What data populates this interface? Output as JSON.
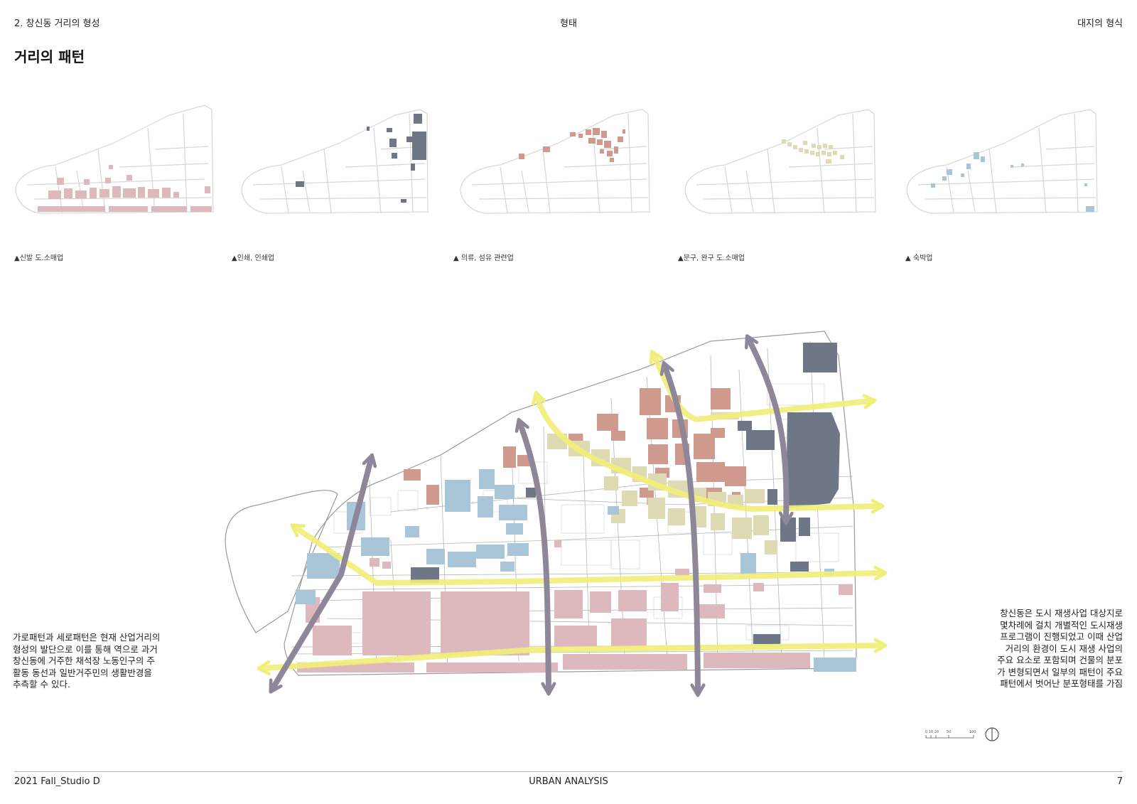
{
  "header": {
    "section": "2. 창신동 거리의 형성",
    "category": "형태",
    "subcategory": "대지의 형식"
  },
  "page_title": "거리의 패턴",
  "thumbnails": [
    {
      "caption": "▲신발 도.소매업",
      "color": "#ddb8bd"
    },
    {
      "caption": "▲인쇄, 인쇄업",
      "color": "#6f7786"
    },
    {
      "caption": "▲ 의류, 섬유 관련업",
      "color": "#cf998e"
    },
    {
      "caption": "▲문구, 완구 도.소매업",
      "color": "#dedbb4"
    },
    {
      "caption": "▲ 숙박업",
      "color": "#a8c6d8"
    }
  ],
  "main_map": {
    "palette": {
      "shoe_wholesale": "#ddb8bd",
      "printing": "#6f7786",
      "textile": "#cf998e",
      "stationery": "#dedbb4",
      "lodging": "#a8c6d8",
      "horizontal_flow": "#f1ee78",
      "vertical_flow": "#8e8799"
    }
  },
  "description_left": "가로패턴과 세로패턴은 현재 산업거리의\n형성의 발단으로 이를 통해 역으로 과거\n창신동에 거주한 채석장 노동인구의 주\n활동 동선과 일반거주민의 생활반경을\n추측할 수 있다.",
  "description_right": "창신동은 도시 재생사업 대상지로\n몇차례에 걸치 개별적인 도시재생\n프로그램이 진행되었고 이때 산업\n거리의 환경이 도시 재생 사업의\n주요 요소로 포함되며 건물의 분포\n가 변형되면서 일부의 패턴이 주요\n패턴에서 벗어난 분포형태를 가짐",
  "scale_bar": {
    "labels": [
      "0 10 20",
      "50",
      "100"
    ]
  },
  "footer": {
    "studio": "2021 Fall_Studio D",
    "section": "URBAN ANALYSIS",
    "page_number": "7"
  }
}
